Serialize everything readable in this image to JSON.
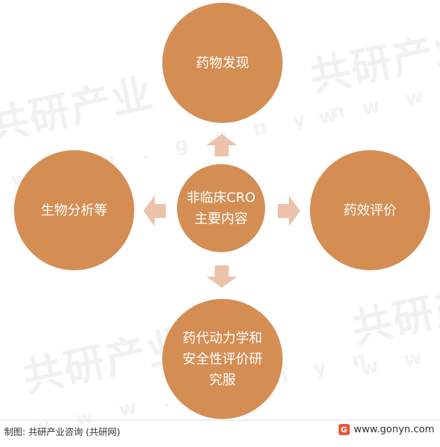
{
  "watermark": {
    "brand": "共研产业",
    "url": "w w w . g o n y n"
  },
  "diagram": {
    "center": {
      "line1": "非临床CRO",
      "line2": "主要内容"
    },
    "top": {
      "label": "药物发现"
    },
    "right": {
      "label": "药效评价"
    },
    "left": {
      "label": "生物分析等"
    },
    "bottom": {
      "line1": "药代动力学和",
      "line2": "安全性评价研",
      "line3": "究服"
    }
  },
  "colors": {
    "circle": "#d48e54",
    "arrow": "#ecc2aa"
  },
  "footer": {
    "source": "制图: 共研产业咨询 (共研网)",
    "website": "www.gonyn.com",
    "logo_icon": "G"
  }
}
